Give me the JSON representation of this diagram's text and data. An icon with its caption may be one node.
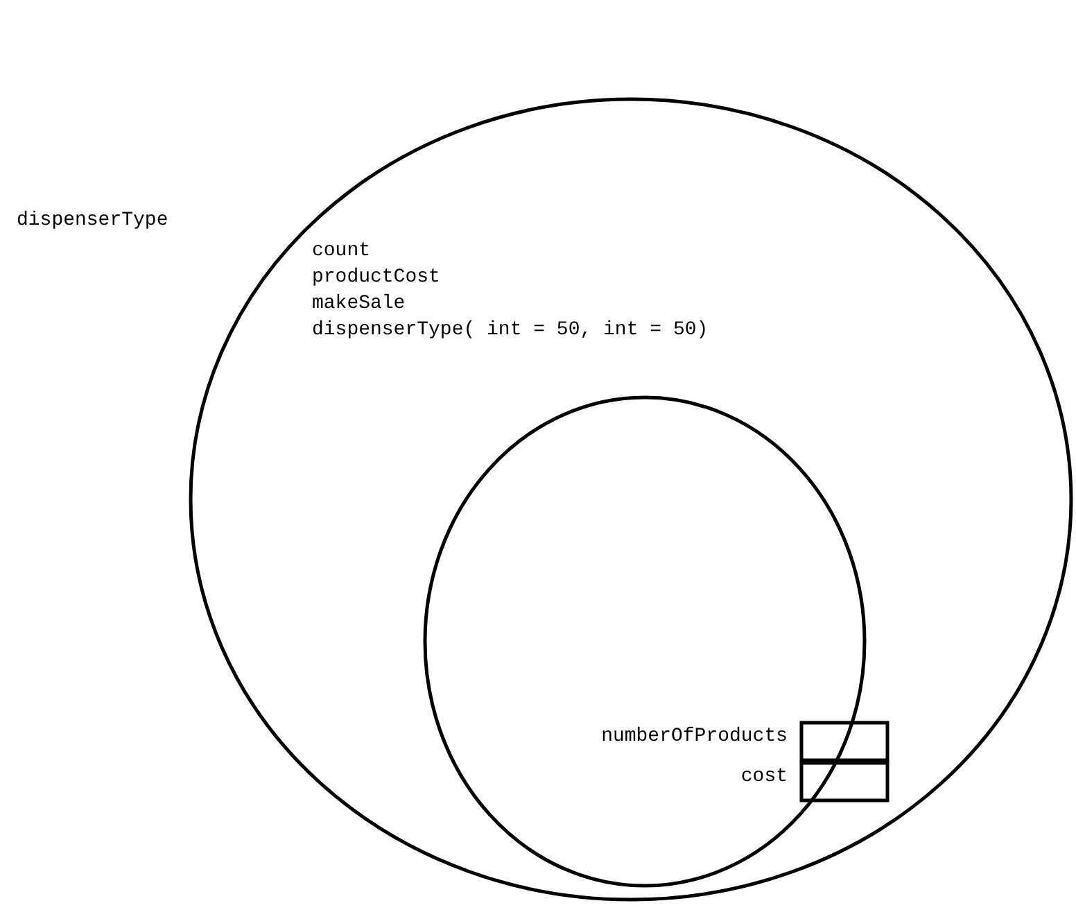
{
  "diagram": {
    "nodes": [
      {
        "text": [
          "dispenserType",
          "count",
          "productCost",
          "makeSale",
          "dispenserType( int = 50, int = 50)"
        ]
      },
      {
        "text": [],
        "shape": "circle",
        "in": 0
      },
      {
        "text": [],
        "shape": "box",
        "in": 0
      },
      {
        "text": [],
        "shape": "box",
        "in": 0
      }
    ],
    "labels": [
      "numberOfProducts",
      "cost"
    ]
  }
}
